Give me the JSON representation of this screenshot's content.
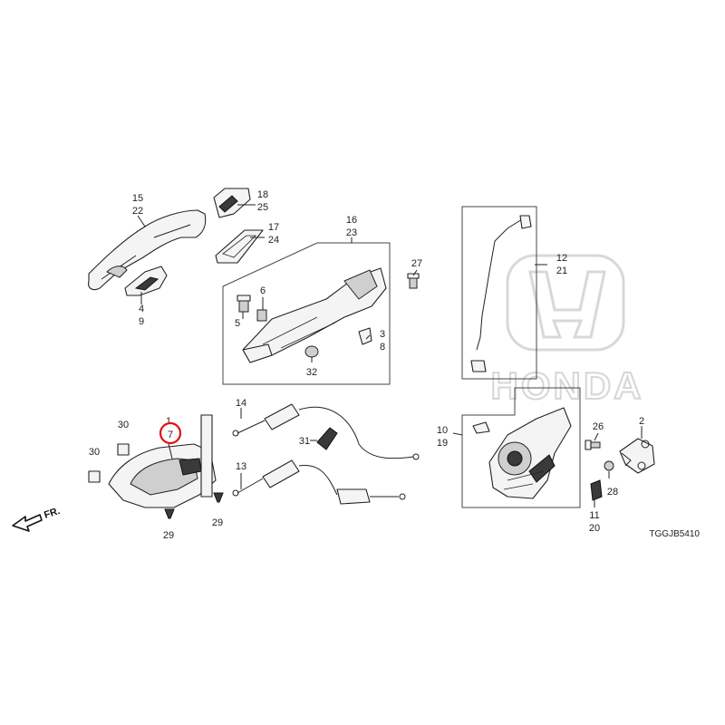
{
  "callouts": {
    "c15": "15",
    "c22": "22",
    "c18": "18",
    "c25": "25",
    "c17": "17",
    "c24": "24",
    "c4": "4",
    "c9": "9",
    "c16": "16",
    "c23": "23",
    "c27": "27",
    "c6": "6",
    "c5": "5",
    "c3": "3",
    "c8": "8",
    "c32": "32",
    "c12": "12",
    "c21": "21",
    "c1": "1",
    "c7": "7",
    "c30a": "30",
    "c30b": "30",
    "c14": "14",
    "c31": "31",
    "c13": "13",
    "c29a": "29",
    "c29b": "29",
    "c10": "10",
    "c19": "19",
    "c26": "26",
    "c2": "2",
    "c28": "28",
    "c11": "11",
    "c20": "20"
  },
  "front_indicator": "FR.",
  "diagram_code": "TGGJB5410",
  "watermark": "HONDA",
  "colors": {
    "highlight": "#e01010",
    "ink": "#222222",
    "watermark": "#d8d8d8"
  }
}
